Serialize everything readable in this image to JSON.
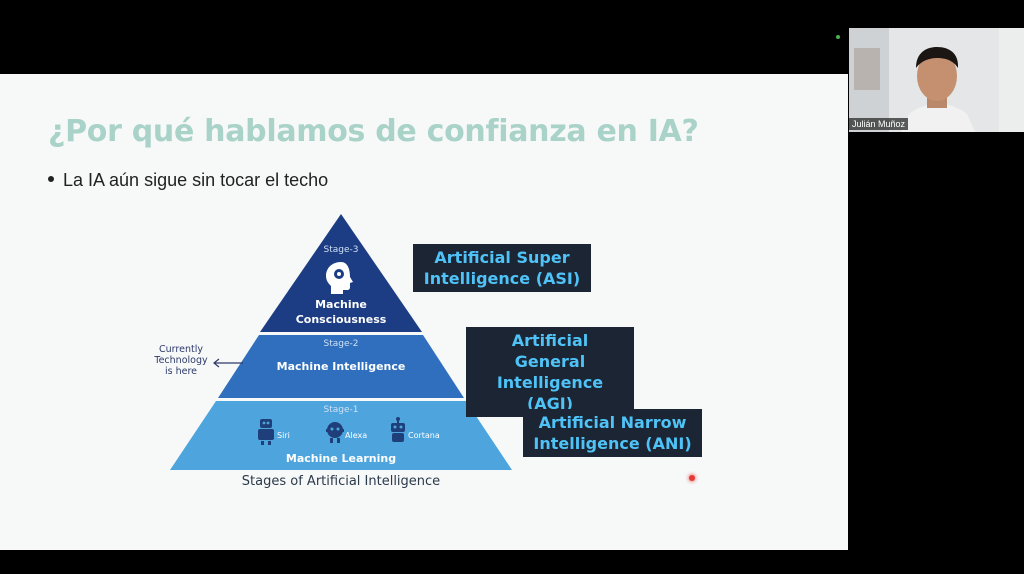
{
  "slide": {
    "title": "¿Por qué hablamos de confianza en IA?",
    "bullet": "La IA aún sigue sin tocar el techo"
  },
  "pyramid": {
    "stage3": "Stage-3",
    "stage3_label": "Machine\nConsciousness",
    "stage2": "Stage-2",
    "stage2_label": "Machine Intelligence",
    "stage1": "Stage-1",
    "stage1_label": "Machine Learning",
    "apps": [
      "Siri",
      "Alexa",
      "Cortana"
    ],
    "caption": "Stages of Artificial Intelligence",
    "current_note": "Currently\nTechnology\nis here"
  },
  "tags": {
    "asi": "Artificial Super\nIntelligence (ASI)",
    "agi": "Artificial General\nIntelligence (AGI)",
    "ani": "Artificial Narrow\nIntelligence (ANI)"
  },
  "participant": {
    "name": "Julián Muñoz"
  },
  "colors": {
    "title": "#a9d2c8",
    "tier3": "#1c3c84",
    "tier2": "#2f6fbd",
    "tier1": "#4ea4dd",
    "tag_bg": "#1b2533",
    "tag_text": "#4fc3f7"
  },
  "icons": [
    "brain-head-icon",
    "robot-icon",
    "alexa-device-icon",
    "cortana-robot-icon",
    "arrow-left-icon"
  ]
}
